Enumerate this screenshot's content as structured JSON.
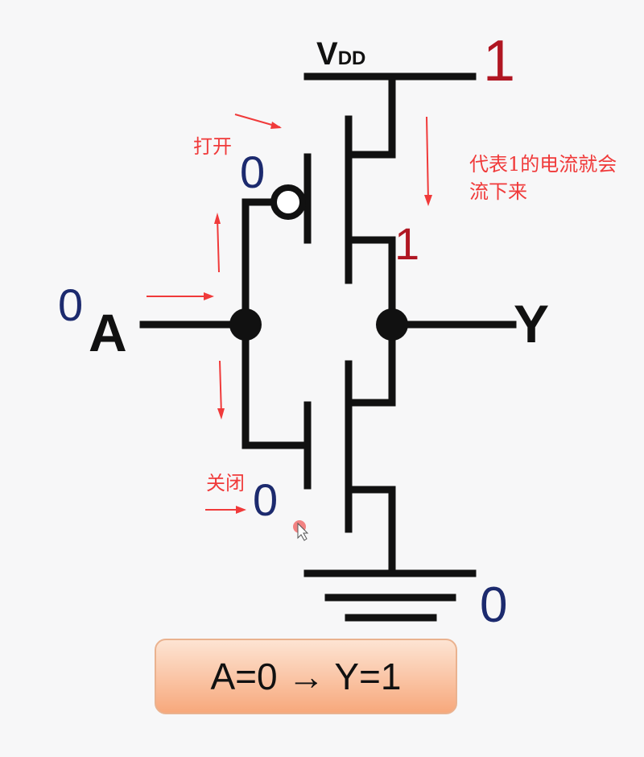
{
  "diagram": {
    "vdd_label": "V",
    "vdd_subscript": "DD",
    "vdd_value": "1",
    "pmos_gate_value": "0",
    "mid_value": "1",
    "input_value": "0",
    "input_label": "A",
    "output_label": "Y",
    "nmos_gate_value": "0",
    "ground_value": "0",
    "annotations": {
      "pmos_state": "打开",
      "nmos_state": "关闭",
      "current_line1": "代表1的电流就会",
      "current_line2": "流下来"
    },
    "result": "A=0 → Y=1",
    "colors": {
      "wire": "#111111",
      "high": "#b01622",
      "low": "#1c2a6e",
      "annotation": "#f03a3a"
    }
  }
}
